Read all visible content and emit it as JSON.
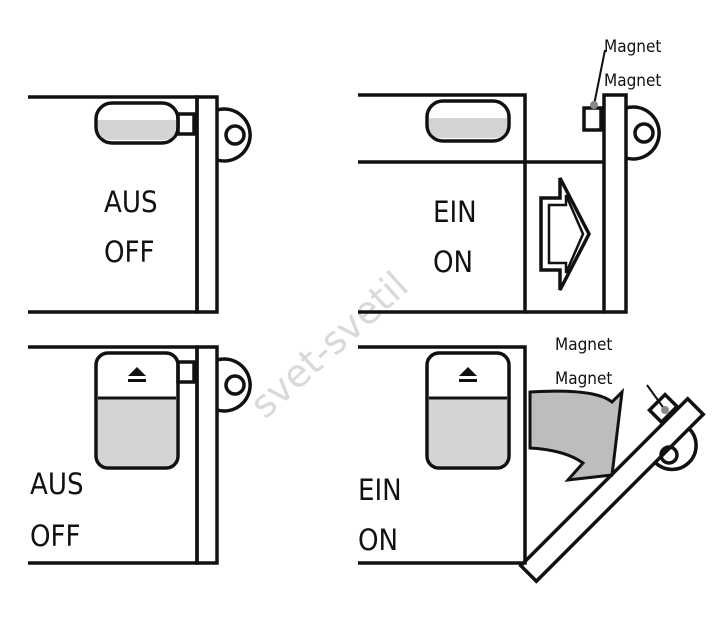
{
  "panels": {
    "top_left": {
      "line1": "AUS",
      "line2": "OFF"
    },
    "top_right": {
      "line1": "EIN",
      "line2": "ON",
      "magnet_labels": [
        "Magnet",
        "Magnet"
      ]
    },
    "bottom_left": {
      "line1": "AUS",
      "line2": "OFF"
    },
    "bottom_right": {
      "line1": "EIN",
      "line2": "ON",
      "magnet_labels": [
        "Magnet",
        "Magnet"
      ]
    }
  },
  "watermark": "svet-svetil",
  "colors": {
    "stroke": "#111111",
    "fill_gray": "#d4d4d4",
    "arrow_gray": "#bdbdbd"
  }
}
